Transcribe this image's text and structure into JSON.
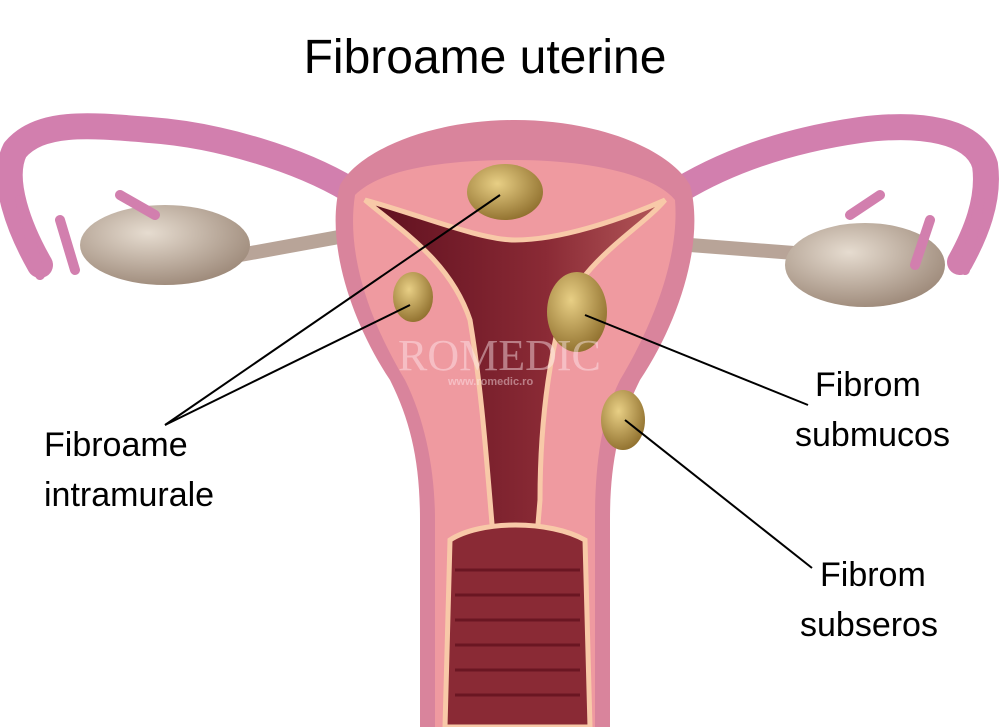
{
  "title": "Fibroame uterine",
  "labels": {
    "intramural": {
      "line1": "Fibroame",
      "line2": "intramurale"
    },
    "submucos": {
      "line1": "Fibrom",
      "line2": "submucos"
    },
    "subseros": {
      "line1": "Fibrom",
      "line2": "subseros"
    }
  },
  "watermark": {
    "brand": "ROMEDIC",
    "url": "www.romedic.ro"
  },
  "colors": {
    "uterus_outer": "#d9849c",
    "uterus_wall": "#ef9aa0",
    "cavity": "#7a1e2c",
    "tube": "#d27fae",
    "ovary": "#c9b8a8",
    "fibroid": "#c9a64e"
  }
}
